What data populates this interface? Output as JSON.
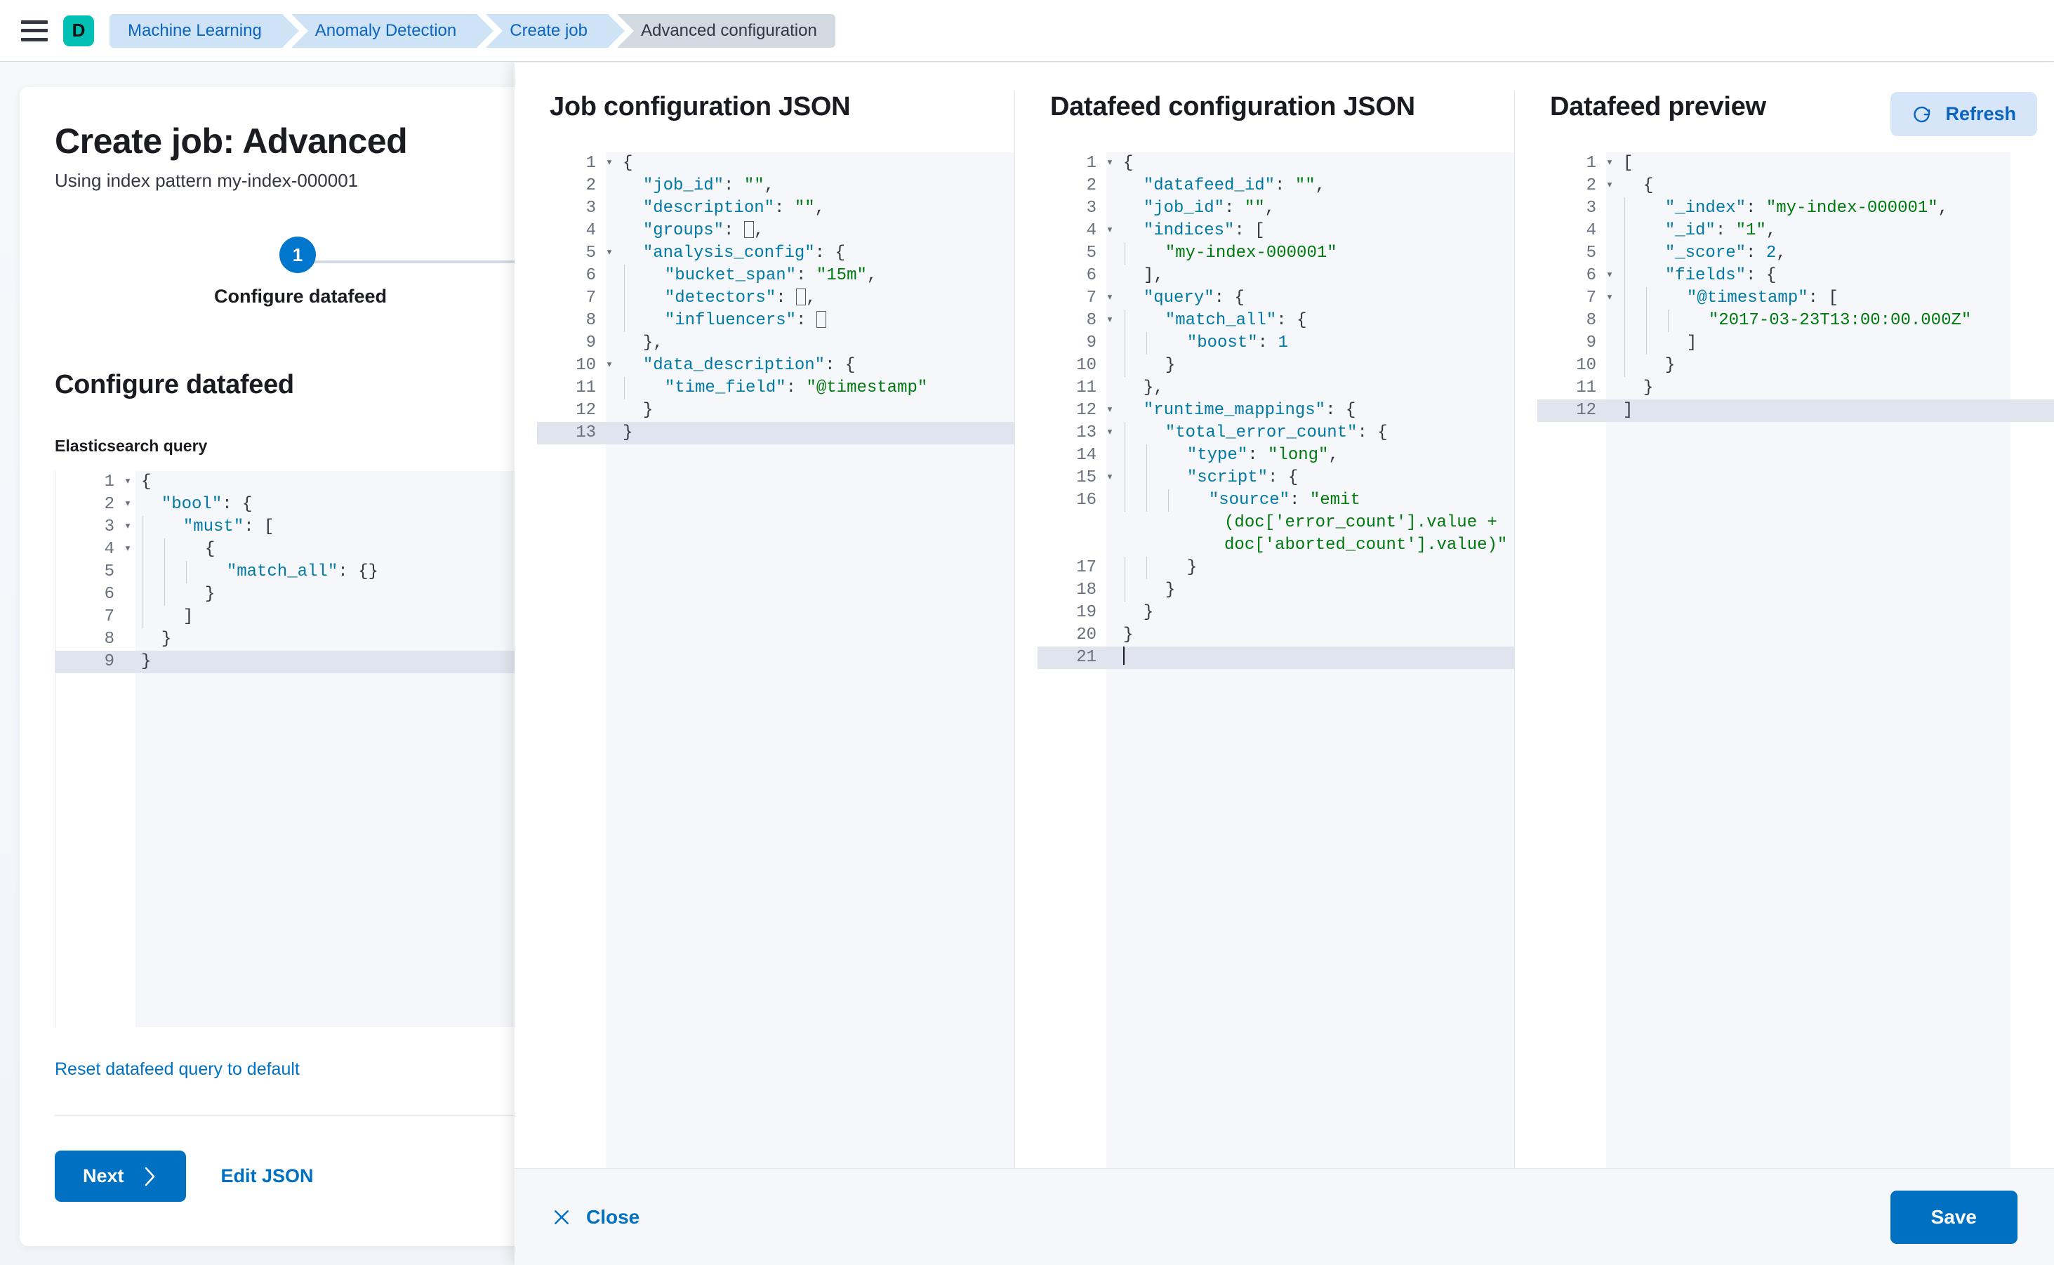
{
  "header": {
    "menu_icon": "hamburger-menu-icon",
    "logo_letter": "D",
    "breadcrumbs": [
      {
        "label": "Machine Learning",
        "active": false
      },
      {
        "label": "Anomaly Detection",
        "active": false
      },
      {
        "label": "Create job",
        "active": false
      },
      {
        "label": "Advanced configuration",
        "active": true
      }
    ]
  },
  "left_panel": {
    "title": "Create job: Advanced",
    "subtitle": "Using index pattern my-index-000001",
    "step_number": "1",
    "step_label": "Configure datafeed",
    "section_title": "Configure datafeed",
    "field_label": "Elasticsearch query",
    "reset_link": "Reset datafeed query to default",
    "next_button": "Next",
    "next_icon": "chevron-right-icon",
    "edit_json_button": "Edit JSON",
    "query_editor": {
      "active_line": 9,
      "lines": [
        {
          "n": "1",
          "fold": true,
          "indent": 0,
          "code": "{"
        },
        {
          "n": "2",
          "fold": true,
          "indent": 0,
          "code": "  \"bool\": {"
        },
        {
          "n": "3",
          "fold": true,
          "indent": 1,
          "code": "    \"must\": ["
        },
        {
          "n": "4",
          "fold": true,
          "indent": 2,
          "code": "      {"
        },
        {
          "n": "5",
          "fold": false,
          "indent": 3,
          "code": "        \"match_all\": {}"
        },
        {
          "n": "6",
          "fold": false,
          "indent": 2,
          "code": "      }"
        },
        {
          "n": "7",
          "fold": false,
          "indent": 1,
          "code": "    ]"
        },
        {
          "n": "8",
          "fold": false,
          "indent": 0,
          "code": "  }"
        },
        {
          "n": "9",
          "fold": false,
          "indent": 0,
          "code": "}"
        }
      ]
    }
  },
  "flyout": {
    "columns": [
      {
        "key": "job_config",
        "title": "Job configuration JSON",
        "has_refresh": false,
        "active_line": 13,
        "lines": [
          {
            "n": "1",
            "fold": true,
            "indent": 0,
            "code": "{"
          },
          {
            "n": "2",
            "fold": false,
            "indent": 0,
            "code": "  \"job_id\": \"\","
          },
          {
            "n": "3",
            "fold": false,
            "indent": 0,
            "code": "  \"description\": \"\","
          },
          {
            "n": "4",
            "fold": false,
            "indent": 0,
            "code": "  \"groups\": [],",
            "boxes": [
              1
            ]
          },
          {
            "n": "5",
            "fold": true,
            "indent": 0,
            "code": "  \"analysis_config\": {"
          },
          {
            "n": "6",
            "fold": false,
            "indent": 1,
            "code": "    \"bucket_span\": \"15m\","
          },
          {
            "n": "7",
            "fold": false,
            "indent": 1,
            "code": "    \"detectors\": [],",
            "boxes": [
              1
            ]
          },
          {
            "n": "8",
            "fold": false,
            "indent": 1,
            "code": "    \"influencers\": []",
            "boxes": [
              1
            ]
          },
          {
            "n": "9",
            "fold": false,
            "indent": 0,
            "code": "  },"
          },
          {
            "n": "10",
            "fold": true,
            "indent": 0,
            "code": "  \"data_description\": {"
          },
          {
            "n": "11",
            "fold": false,
            "indent": 1,
            "code": "    \"time_field\": \"@timestamp\""
          },
          {
            "n": "12",
            "fold": false,
            "indent": 0,
            "code": "  }"
          },
          {
            "n": "13",
            "fold": false,
            "indent": 0,
            "code": "}"
          }
        ]
      },
      {
        "key": "datafeed_config",
        "title": "Datafeed configuration JSON",
        "has_refresh": false,
        "active_line": 21,
        "lines": [
          {
            "n": "1",
            "fold": true,
            "indent": 0,
            "code": "{"
          },
          {
            "n": "2",
            "fold": false,
            "indent": 0,
            "code": "  \"datafeed_id\": \"\","
          },
          {
            "n": "3",
            "fold": false,
            "indent": 0,
            "code": "  \"job_id\": \"\","
          },
          {
            "n": "4",
            "fold": true,
            "indent": 0,
            "code": "  \"indices\": ["
          },
          {
            "n": "5",
            "fold": false,
            "indent": 1,
            "code": "    \"my-index-000001\""
          },
          {
            "n": "6",
            "fold": false,
            "indent": 0,
            "code": "  ],"
          },
          {
            "n": "7",
            "fold": true,
            "indent": 0,
            "code": "  \"query\": {"
          },
          {
            "n": "8",
            "fold": true,
            "indent": 1,
            "code": "    \"match_all\": {"
          },
          {
            "n": "9",
            "fold": false,
            "indent": 2,
            "code": "      \"boost\": 1"
          },
          {
            "n": "10",
            "fold": false,
            "indent": 1,
            "code": "    }"
          },
          {
            "n": "11",
            "fold": false,
            "indent": 0,
            "code": "  },"
          },
          {
            "n": "12",
            "fold": true,
            "indent": 0,
            "code": "  \"runtime_mappings\": {"
          },
          {
            "n": "13",
            "fold": true,
            "indent": 1,
            "code": "    \"total_error_count\": {"
          },
          {
            "n": "14",
            "fold": false,
            "indent": 2,
            "code": "      \"type\": \"long\","
          },
          {
            "n": "15",
            "fold": true,
            "indent": 2,
            "code": "      \"script\": {"
          },
          {
            "n": "16",
            "fold": false,
            "indent": 3,
            "code": "        \"source\": \"emit\n          (doc['error_count'].value +\n          doc['aborted_count'].value)\""
          },
          {
            "n": "17",
            "fold": false,
            "indent": 2,
            "code": "      }"
          },
          {
            "n": "18",
            "fold": false,
            "indent": 1,
            "code": "    }"
          },
          {
            "n": "19",
            "fold": false,
            "indent": 0,
            "code": "  }"
          },
          {
            "n": "20",
            "fold": false,
            "indent": 0,
            "code": "}"
          },
          {
            "n": "21",
            "fold": false,
            "indent": 0,
            "code": "",
            "caret": true
          }
        ]
      },
      {
        "key": "datafeed_preview",
        "title": "Datafeed preview",
        "has_refresh": true,
        "refresh_label": "Refresh",
        "refresh_icon": "refresh-icon",
        "active_line": 12,
        "lines": [
          {
            "n": "1",
            "fold": true,
            "indent": 0,
            "code": "["
          },
          {
            "n": "2",
            "fold": true,
            "indent": 0,
            "code": "  {"
          },
          {
            "n": "3",
            "fold": false,
            "indent": 1,
            "code": "    \"_index\": \"my-index-000001\","
          },
          {
            "n": "4",
            "fold": false,
            "indent": 1,
            "code": "    \"_id\": \"1\","
          },
          {
            "n": "5",
            "fold": false,
            "indent": 1,
            "code": "    \"_score\": 2,"
          },
          {
            "n": "6",
            "fold": true,
            "indent": 1,
            "code": "    \"fields\": {"
          },
          {
            "n": "7",
            "fold": true,
            "indent": 2,
            "code": "      \"@timestamp\": ["
          },
          {
            "n": "8",
            "fold": false,
            "indent": 3,
            "code": "        \"2017-03-23T13:00:00.000Z\""
          },
          {
            "n": "9",
            "fold": false,
            "indent": 2,
            "code": "      ]"
          },
          {
            "n": "10",
            "fold": false,
            "indent": 1,
            "code": "    }"
          },
          {
            "n": "11",
            "fold": false,
            "indent": 0,
            "code": "  }"
          },
          {
            "n": "12",
            "fold": false,
            "indent": 0,
            "code": "]"
          }
        ]
      }
    ],
    "footer": {
      "close_label": "Close",
      "close_icon": "close-x-icon",
      "save_label": "Save"
    }
  },
  "colors": {
    "accent": "#0071c2",
    "brand_teal": "#00bfb3",
    "json_key": "#0079a5",
    "json_string": "#00790e",
    "active_line": "#dfe4ef"
  }
}
